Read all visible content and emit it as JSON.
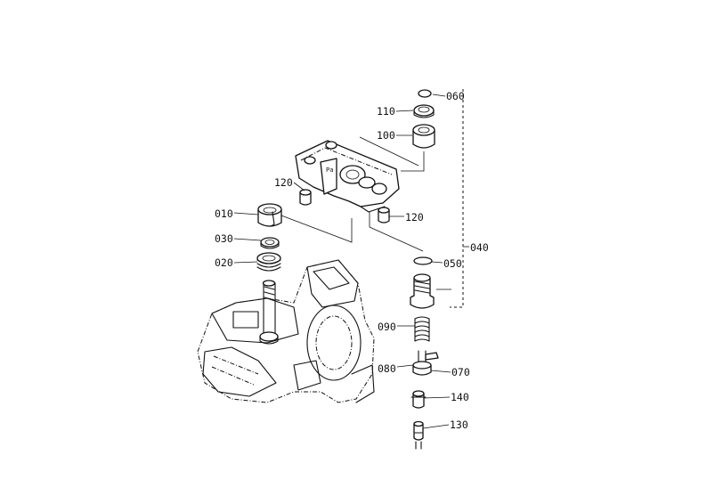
{
  "diagram": {
    "callouts": {
      "p060": "060",
      "p110": "110",
      "p100": "100",
      "p120a": "120",
      "p120b": "120",
      "p010": "010",
      "p030": "030",
      "p020": "020",
      "p040": "040",
      "p050": "050",
      "p090": "090",
      "p080": "080",
      "p070": "070",
      "p140": "140",
      "p130": "130"
    }
  }
}
